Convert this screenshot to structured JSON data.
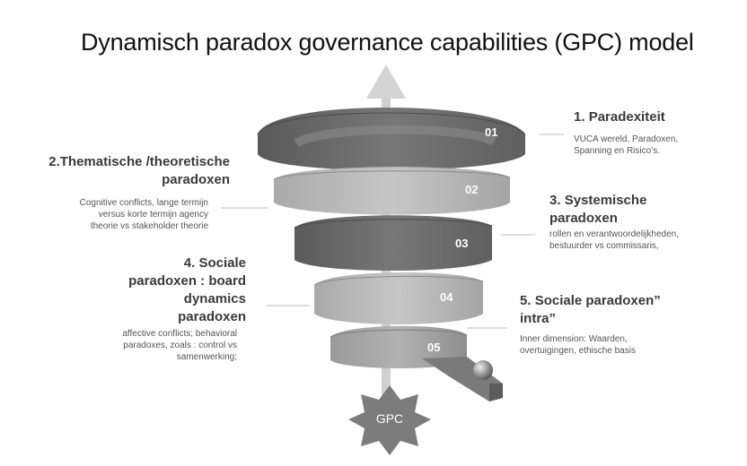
{
  "title": "Dynamisch paradox governance capabilities (GPC) model",
  "center_badge": "GPC",
  "spiral_levels": [
    "01",
    "02",
    "03",
    "04",
    "05"
  ],
  "items": [
    {
      "number": "1.",
      "heading": "Paradexiteit",
      "description": "VUCA wereld, Paradoxen, Spanning en Risico’s."
    },
    {
      "number": "2.",
      "heading": "Thematische /theoretische paradoxen",
      "description": "Cognitive conflicts, lange termijn versus korte termijn agency theorie vs stakeholder theorie"
    },
    {
      "number": "3.",
      "heading": "Systemische paradoxen",
      "description": "rollen en verantwoordelijkheden, bestuurder vs commissaris,"
    },
    {
      "number": "4.",
      "heading": "Sociale paradoxen : board dynamics paradoxen",
      "description": "affective conflicts; behavioral paradoxes, zoals : control vs samenwerking;"
    },
    {
      "number": "5.",
      "heading": "Sociale paradoxen” intra”",
      "description": "Inner dimension: Waarden, overtuigingen, ethische basis"
    }
  ],
  "colors": {
    "band_dark": "#6e6e6e",
    "band_mid": "#8f8f8f",
    "band_light": "#b9b9b9",
    "arrow": "#d4d4d4",
    "badge": "#7c7c7c"
  }
}
